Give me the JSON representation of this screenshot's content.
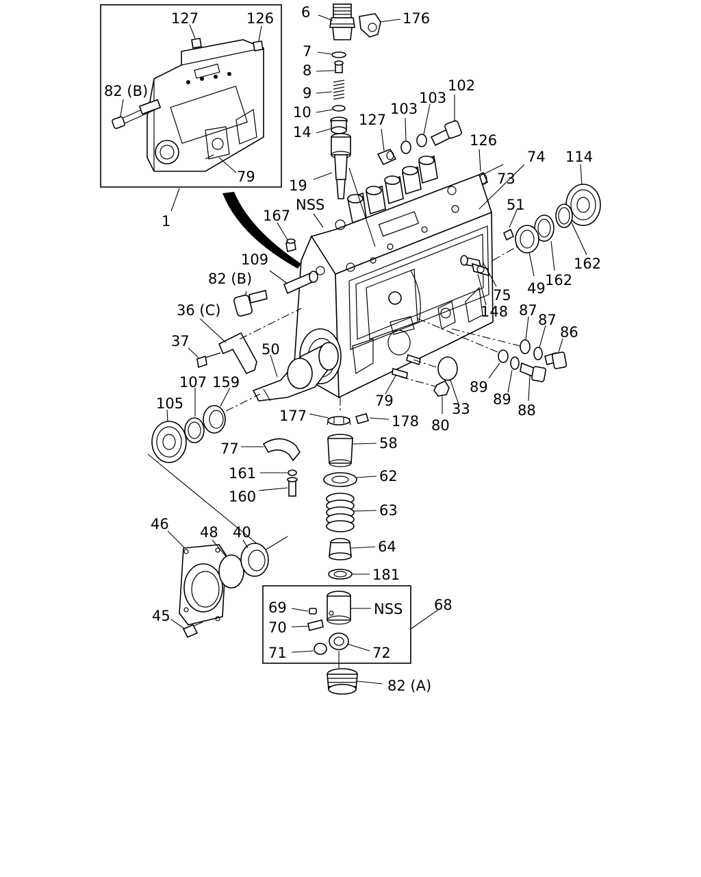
{
  "labels": {
    "p6": "6",
    "p176": "176",
    "p7": "7",
    "p8": "8",
    "p9": "9",
    "p10": "10",
    "p14": "14",
    "p19": "19",
    "p127a": "127",
    "p126a": "126",
    "p82b_inset": "82 (B)",
    "p79_inset": "79",
    "p1": "1",
    "p127b": "127",
    "p103a": "103",
    "p103b": "103",
    "p102": "102",
    "p126b": "126",
    "p74": "74",
    "p73": "73",
    "p114": "114",
    "pNSS_top": "NSS",
    "p167": "167",
    "p51": "51",
    "p109": "109",
    "p82b": "82 (B)",
    "p162a": "162",
    "p162b": "162",
    "p49": "49",
    "p75": "75",
    "p148": "148",
    "p36c": "36 (C)",
    "p87a": "87",
    "p87b": "87",
    "p86": "86",
    "p37": "37",
    "p50": "50",
    "p89a": "89",
    "p89b": "89",
    "p88": "88",
    "p107": "107",
    "p159": "159",
    "p105": "105",
    "p79": "79",
    "p33": "33",
    "p80": "80",
    "p177": "177",
    "p178": "178",
    "p58": "58",
    "p77": "77",
    "p62": "62",
    "p161": "161",
    "p160": "160",
    "p63": "63",
    "p46": "46",
    "p48": "48",
    "p40": "40",
    "p64": "64",
    "p181": "181",
    "p68": "68",
    "p69": "69",
    "pNSS_box": "NSS",
    "p70": "70",
    "p45": "45",
    "p71": "71",
    "p72": "72",
    "p82a": "82 (A)"
  }
}
